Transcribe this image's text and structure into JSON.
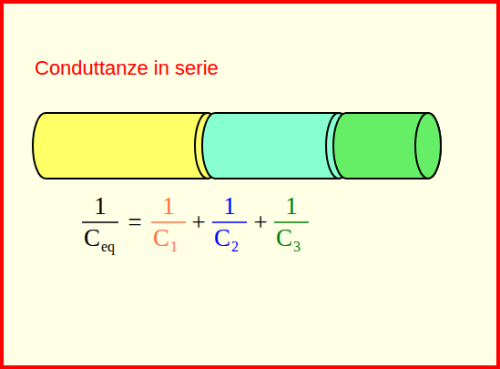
{
  "diagram": {
    "title": "Conduttanze in serie",
    "labels": [
      "1",
      "C",
      "eq",
      "=",
      "1",
      "C",
      "1",
      "+",
      "1",
      "C",
      "2",
      "+",
      "1",
      "C",
      "3"
    ]
  }
}
